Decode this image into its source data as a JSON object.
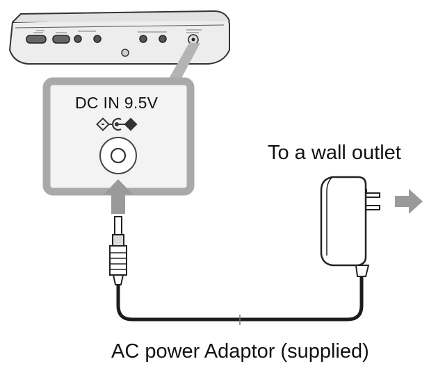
{
  "callout": {
    "text": "DC IN 9.5V"
  },
  "labels": {
    "outlet": "To a wall outlet",
    "adaptor": "AC power Adaptor (supplied)"
  },
  "colors": {
    "device_body": "#ededed",
    "panel_fill": "#f3f3f3",
    "panel_border": "#a9a9a9",
    "arrow_gray": "#9a9a9a",
    "cable": "#1c1c1c"
  },
  "icons": [
    "portable-player-device",
    "dc-polarity-icon",
    "dc-jack-icon",
    "ac-adaptor-icon",
    "up-arrow-icon",
    "right-arrow-icon"
  ]
}
